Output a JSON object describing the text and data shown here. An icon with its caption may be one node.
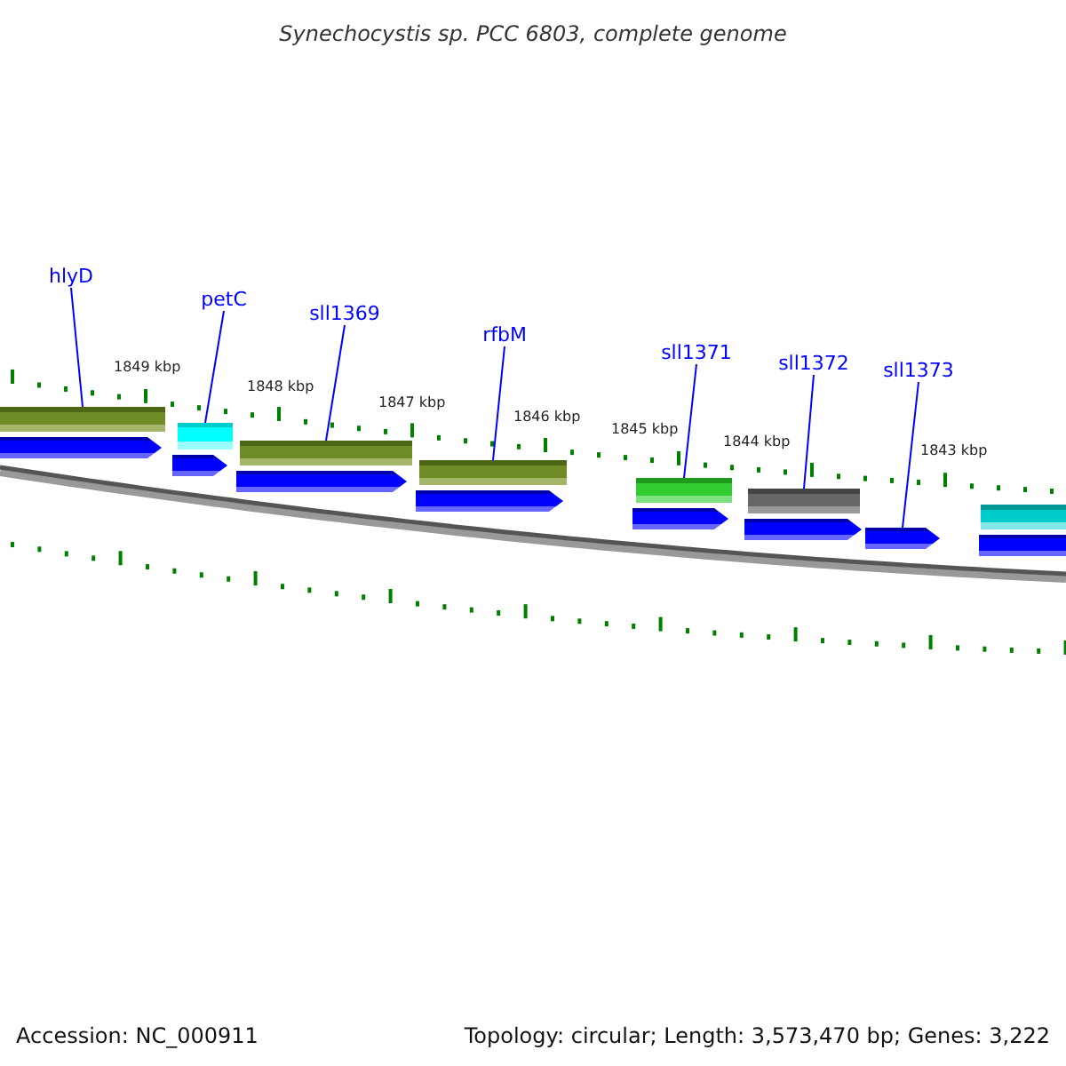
{
  "diagram": {
    "title": "Synechocystis sp. PCC 6803, complete genome",
    "nodes": [
      {
        "text": [
          "hlyD"
        ]
      },
      {
        "text": [
          "petC"
        ]
      },
      {
        "text": [
          "sll1369"
        ]
      },
      {
        "text": [
          "rfbM"
        ]
      },
      {
        "text": [
          "sll1371"
        ]
      },
      {
        "text": [
          "sll1372"
        ]
      },
      {
        "text": [
          "sll1373"
        ]
      },
      {
        "text": [],
        "shape": "bar"
      },
      {
        "text": [],
        "shape": "bar"
      },
      {
        "text": [],
        "shape": "bar"
      },
      {
        "text": [],
        "shape": "bar"
      },
      {
        "text": [],
        "shape": "bar"
      },
      {
        "text": [],
        "shape": "bar"
      },
      {
        "text": [],
        "shape": "bar"
      },
      {
        "text": [],
        "shape": "arrow"
      },
      {
        "text": [],
        "shape": "arrow"
      },
      {
        "text": [],
        "shape": "arrow"
      },
      {
        "text": [],
        "shape": "arrow"
      },
      {
        "text": [],
        "shape": "arrow"
      },
      {
        "text": [],
        "shape": "arrow"
      },
      {
        "text": [],
        "shape": "arrow"
      },
      {
        "text": [],
        "shape": "arrow"
      }
    ],
    "edges": [
      {
        "from": 0,
        "to": 7,
        "arrow": "none"
      },
      {
        "from": 1,
        "to": 8,
        "arrow": "none"
      },
      {
        "from": 2,
        "to": 9,
        "arrow": "none"
      },
      {
        "from": 3,
        "to": 10,
        "arrow": "none"
      },
      {
        "from": 4,
        "to": 11,
        "arrow": "none"
      },
      {
        "from": 5,
        "to": 12,
        "arrow": "none"
      },
      {
        "from": 6,
        "to": 20,
        "arrow": "none"
      }
    ],
    "labels": [
      "1849 kbp",
      "1848 kbp",
      "1847 kbp",
      "1846 kbp",
      "1845 kbp",
      "1844 kbp",
      "1843 kbp",
      "Accession: NC_000911",
      "Topology: circular; Length: 3,573,470 bp; Genes: 3,222"
    ]
  }
}
